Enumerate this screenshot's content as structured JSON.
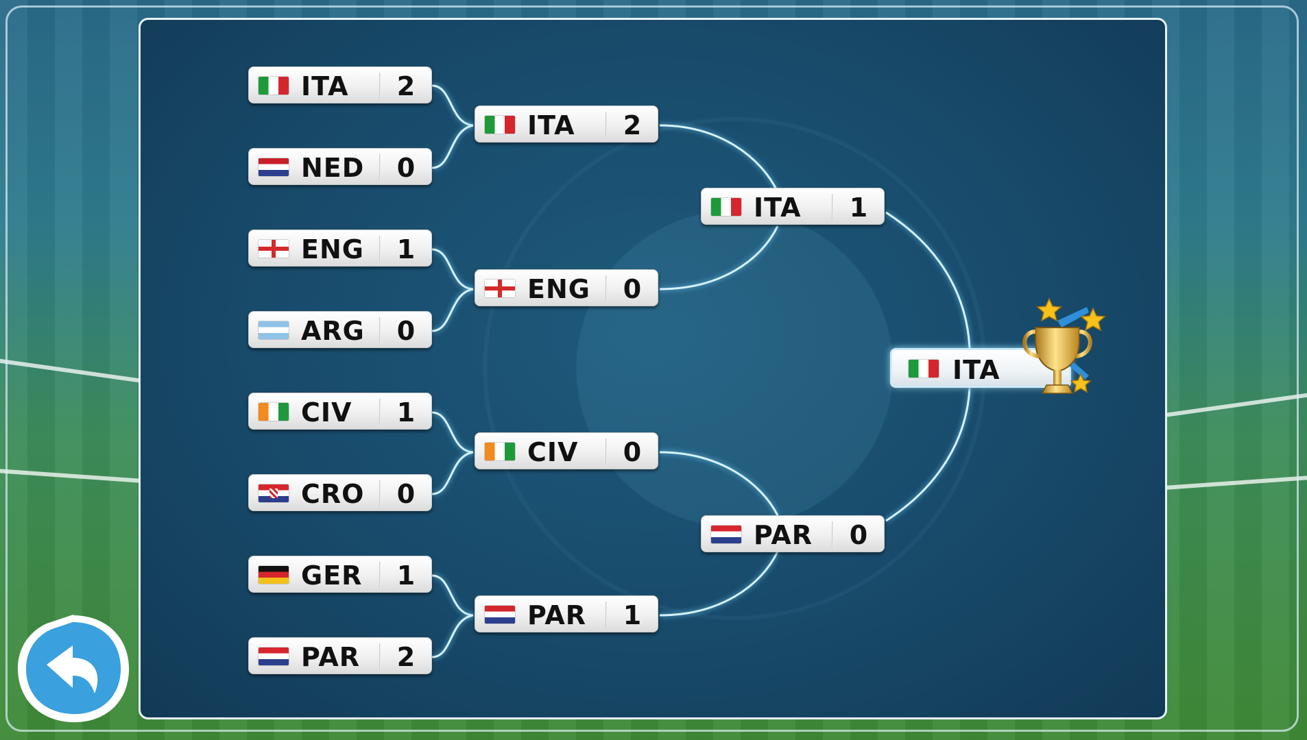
{
  "bracket": {
    "round1": [
      {
        "code": "ITA",
        "score": "2",
        "flag": "flag-ita"
      },
      {
        "code": "NED",
        "score": "0",
        "flag": "flag-ned"
      },
      {
        "code": "ENG",
        "score": "1",
        "flag": "flag-eng"
      },
      {
        "code": "ARG",
        "score": "0",
        "flag": "flag-arg"
      },
      {
        "code": "CIV",
        "score": "1",
        "flag": "flag-civ"
      },
      {
        "code": "CRO",
        "score": "0",
        "flag": "flag-cro"
      },
      {
        "code": "GER",
        "score": "1",
        "flag": "flag-ger"
      },
      {
        "code": "PAR",
        "score": "2",
        "flag": "flag-par"
      }
    ],
    "semifinals": [
      {
        "code": "ITA",
        "score": "2",
        "flag": "flag-ita"
      },
      {
        "code": "ENG",
        "score": "0",
        "flag": "flag-eng"
      },
      {
        "code": "CIV",
        "score": "0",
        "flag": "flag-civ"
      },
      {
        "code": "PAR",
        "score": "1",
        "flag": "flag-par"
      }
    ],
    "final": [
      {
        "code": "ITA",
        "score": "1",
        "flag": "flag-ita"
      },
      {
        "code": "PAR",
        "score": "0",
        "flag": "flag-par"
      }
    ],
    "champion": {
      "code": "ITA",
      "flag": "flag-ita"
    }
  },
  "icons": {
    "trophy": "trophy-icon",
    "back": "back-arrow-icon"
  },
  "colors": {
    "connector": "#d6f2ff",
    "panel": "#184a6a",
    "back_button": "#3aa0de"
  }
}
